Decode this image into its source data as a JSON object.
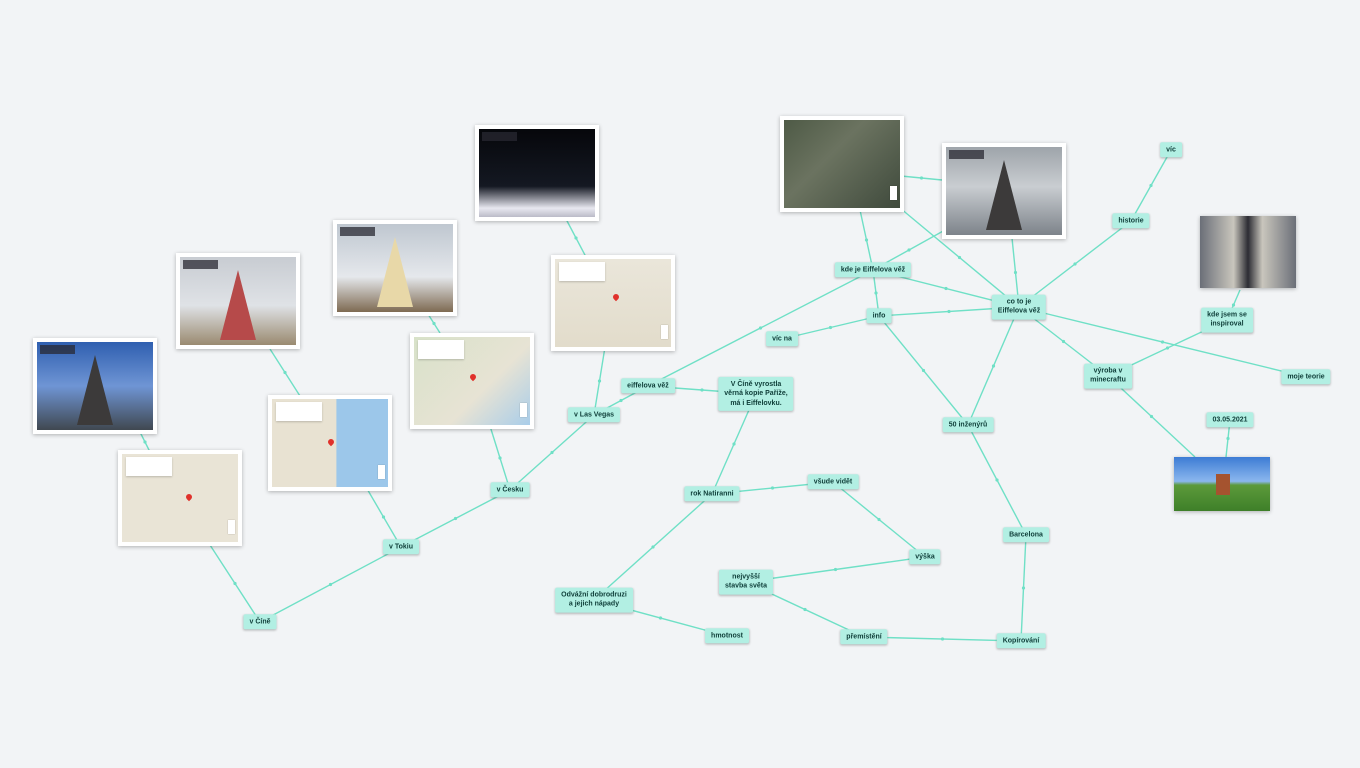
{
  "board": {
    "background": "#f2f4f6",
    "accent": "#6fe0c6",
    "node_fill": "#b2efe3"
  },
  "nodes": [
    {
      "id": "vcine",
      "label": "v Číně"
    },
    {
      "id": "vtokiu",
      "label": "v Tokiu"
    },
    {
      "id": "vcesku",
      "label": "v Česku"
    },
    {
      "id": "vlasvegas",
      "label": "v Las Vegas"
    },
    {
      "id": "eiffelovavez",
      "label": "eiffelova věž"
    },
    {
      "id": "vcinekopie",
      "label": "V Číně vyrostla\nvěrná kopie Paříže,\nmá i Eiffelovku."
    },
    {
      "id": "roknatiranni",
      "label": "rok Natiranni"
    },
    {
      "id": "odvazni",
      "label": "Odvážní dobrodruzi\na jejich nápady"
    },
    {
      "id": "hmotnost",
      "label": "hmotnost"
    },
    {
      "id": "vsudevidet",
      "label": "všude vidět"
    },
    {
      "id": "vyska",
      "label": "výška"
    },
    {
      "id": "nejvyssi",
      "label": "nejvyšší\nstavba světa"
    },
    {
      "id": "premisteni",
      "label": "přemístění"
    },
    {
      "id": "kopirovani",
      "label": "Kopírování"
    },
    {
      "id": "barcelona",
      "label": "Barcelona"
    },
    {
      "id": "inzenyru",
      "label": "50 inženýrů"
    },
    {
      "id": "info",
      "label": "info"
    },
    {
      "id": "vicna",
      "label": "víc na"
    },
    {
      "id": "kdeje",
      "label": "kde je Eiffelova věž"
    },
    {
      "id": "cotoje",
      "label": "co to je\nEiffelova věž"
    },
    {
      "id": "historie",
      "label": "historie"
    },
    {
      "id": "vic",
      "label": "víc"
    },
    {
      "id": "kdejsem",
      "label": "kde jsem se\ninspiroval"
    },
    {
      "id": "vyroba",
      "label": "výroba v\nminecraftu"
    },
    {
      "id": "mojeteorie",
      "label": "moje teorie"
    },
    {
      "id": "datum",
      "label": "03.05.2021"
    }
  ],
  "cards": [
    {
      "id": "img-cina-photo",
      "kind": "photo",
      "icon": "eiffel-tower-photo-icon"
    },
    {
      "id": "img-cina-map",
      "kind": "map",
      "icon": "china-map-icon"
    },
    {
      "id": "img-tokio-photo",
      "kind": "photo",
      "icon": "tokyo-tower-photo-icon"
    },
    {
      "id": "img-tokio-map",
      "kind": "map",
      "icon": "japan-map-icon"
    },
    {
      "id": "img-cesko-photo",
      "kind": "photo",
      "icon": "petrin-tower-photo-icon"
    },
    {
      "id": "img-cesko-map",
      "kind": "map",
      "icon": "czech-map-icon"
    },
    {
      "id": "img-vegas-photo",
      "kind": "photo",
      "icon": "las-vegas-night-photo-icon"
    },
    {
      "id": "img-vegas-map",
      "kind": "map",
      "icon": "nevada-map-icon"
    },
    {
      "id": "img-paris-map",
      "kind": "map",
      "icon": "paris-satellite-map-icon"
    },
    {
      "id": "img-eiffel-photo",
      "kind": "photo",
      "icon": "eiffel-tower-below-photo-icon"
    },
    {
      "id": "img-inspiration",
      "kind": "photo",
      "icon": "stairs-photo-icon"
    },
    {
      "id": "img-minecraft",
      "kind": "photo",
      "icon": "minecraft-build-icon"
    }
  ]
}
